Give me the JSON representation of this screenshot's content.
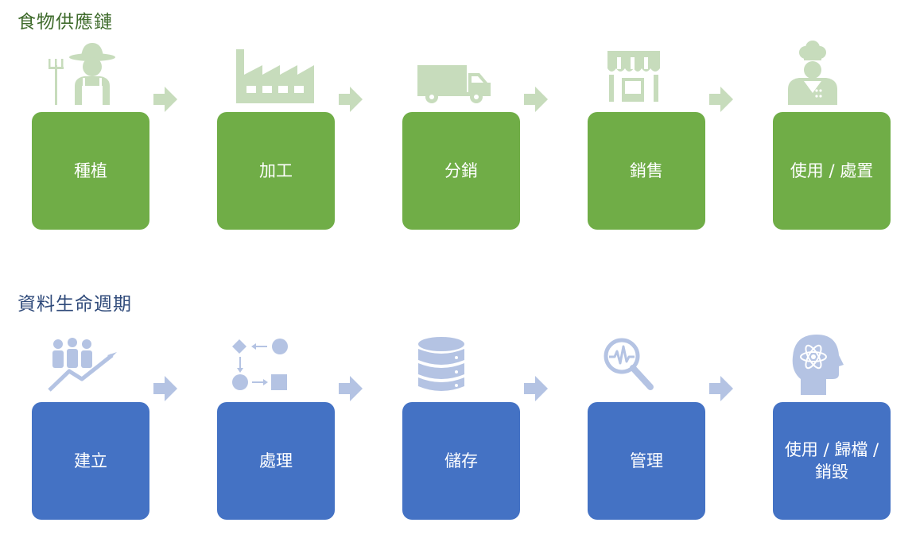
{
  "food_chain": {
    "title": "食物供應鏈",
    "steps": [
      {
        "label": "種植",
        "icon": "farmer-icon"
      },
      {
        "label": "加工",
        "icon": "factory-icon"
      },
      {
        "label": "分銷",
        "icon": "truck-icon"
      },
      {
        "label": "銷售",
        "icon": "store-icon"
      },
      {
        "label": "使用 / 處置",
        "icon": "chef-icon"
      }
    ]
  },
  "data_lifecycle": {
    "title": "資料生命週期",
    "steps": [
      {
        "label": "建立",
        "icon": "people-growth-icon"
      },
      {
        "label": "處理",
        "icon": "process-flow-icon"
      },
      {
        "label": "儲存",
        "icon": "database-icon"
      },
      {
        "label": "管理",
        "icon": "magnifier-analytics-icon"
      },
      {
        "label": "使用 / 歸檔 / 銷毀",
        "icon": "head-atom-icon"
      }
    ]
  },
  "colors": {
    "food_box": "#70ad47",
    "food_icon": "#c7dcbc",
    "food_title": "#3f6b2c",
    "data_box": "#4472c4",
    "data_icon": "#b4c3e3",
    "data_title": "#2f4a7a",
    "box_text": "#ffffff"
  }
}
